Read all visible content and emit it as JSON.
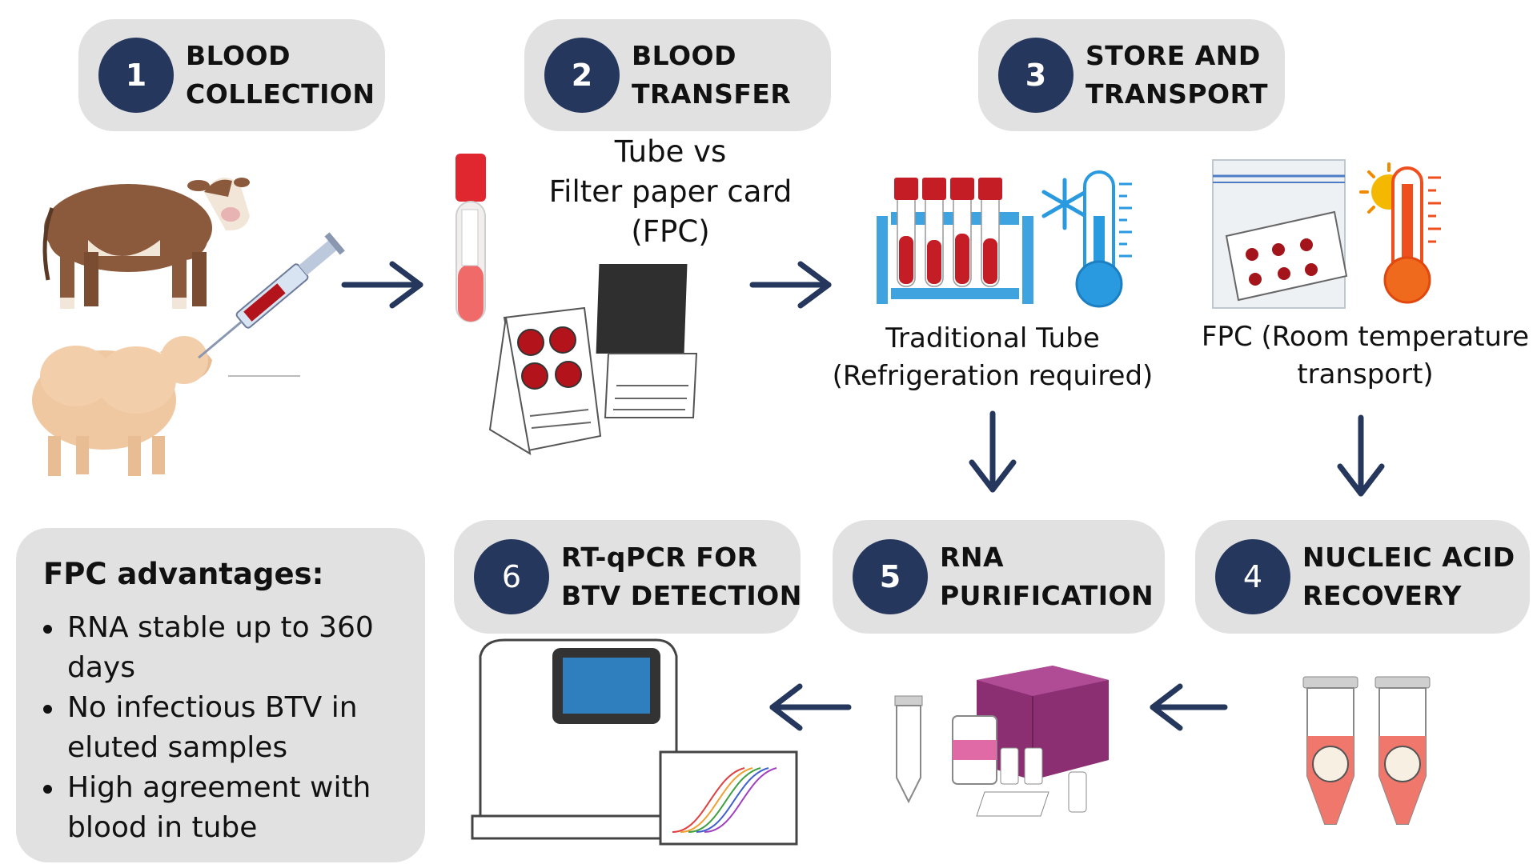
{
  "steps": [
    {
      "num": "1",
      "line1": "BLOOD",
      "line2": "COLLECTION"
    },
    {
      "num": "2",
      "line1": "BLOOD",
      "line2": "TRANSFER"
    },
    {
      "num": "3",
      "line1": "STORE AND",
      "line2": "TRANSPORT"
    },
    {
      "num": "4",
      "line1": "NUCLEIC ACID",
      "line2": "RECOVERY"
    },
    {
      "num": "5",
      "line1": "RNA",
      "line2": "PURIFICATION"
    },
    {
      "num": "6",
      "line1": "RT-qPCR FOR",
      "line2": "BTV DETECTION"
    }
  ],
  "captions": {
    "transfer": {
      "line1": "Tube vs",
      "line2": "Filter paper card",
      "line3": "(FPC)"
    },
    "tube": {
      "line1": "Traditional Tube",
      "line2": "(Refrigeration required)"
    },
    "fpc": {
      "line1": "FPC (Room temperature",
      "line2": "transport)"
    }
  },
  "advantages": {
    "title": "FPC advantages:",
    "items": [
      {
        "line1": "RNA stable up to 360",
        "line2": "days"
      },
      {
        "line1": "No infectious BTV in",
        "line2": "eluted samples"
      },
      {
        "line1": "High agreement with",
        "line2": "blood in tube"
      }
    ]
  },
  "colors": {
    "navy": "#26375d",
    "pill": "#e1e1e1",
    "blood": "#b3141c"
  },
  "icons": [
    "cow-icon",
    "sheep-icon",
    "syringe-icon",
    "blood-tube-icon",
    "filter-card-icon",
    "tube-rack-icon",
    "cold-thermometer-icon",
    "snowflake-icon",
    "bag-card-icon",
    "hot-thermometer-icon",
    "sun-icon",
    "eppendorf-tubes-icon",
    "purification-kit-icon",
    "pcr-machine-icon",
    "shield-check-icon",
    "arrow-icon"
  ]
}
